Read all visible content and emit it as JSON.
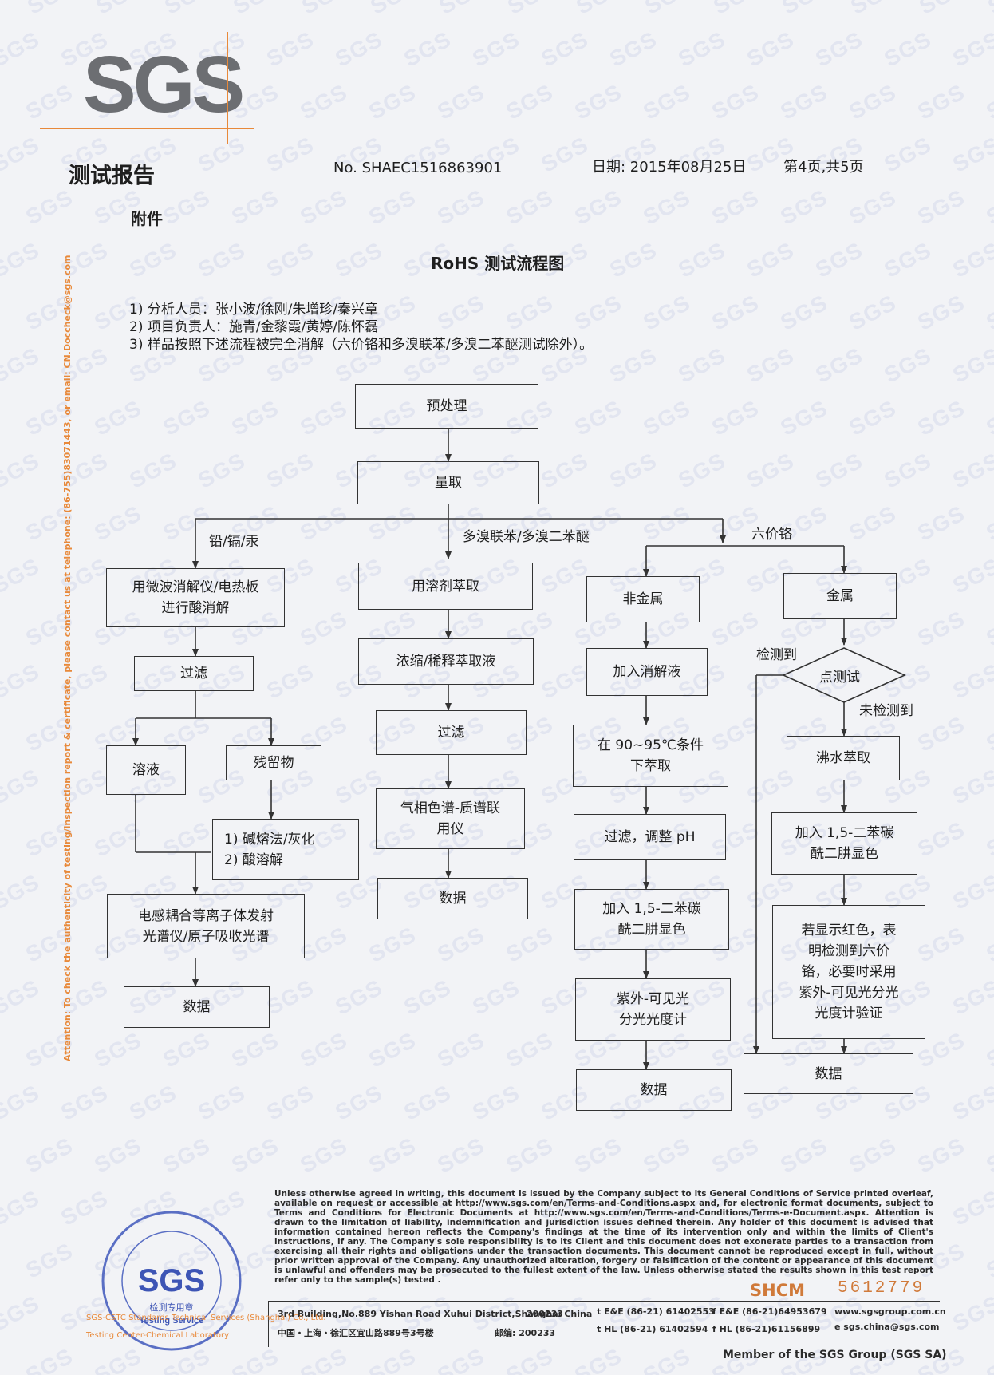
{
  "header": {
    "logo": "SGS",
    "title": "测试报告",
    "report_no": "No. SHAEC1516863901",
    "date": "日期: 2015年08月25日",
    "page": "第4页,共5页",
    "appendix": "附件"
  },
  "main_title": "RoHS 测试流程图",
  "notes": [
    "1) 分析人员：张小波/徐刚/朱增珍/秦兴章",
    "2) 项目负责人：施青/金黎霞/黄婷/陈怀磊",
    "3) 样品按照下述流程被完全消解（六价铬和多溴联苯/多溴二苯醚测试除外）。"
  ],
  "side_text": "Attention: To check the authenticity of testing/inspection report & certificate, please contact us at telephone: (86-755)83071443, or email: CN.Doccheck@sgs.com",
  "flow": {
    "pretreat": "预处理",
    "measure": "量取",
    "branch_metals": "铅/镉/汞",
    "branch_pbb": "多溴联苯/多溴二苯醚",
    "branch_cr": "六价铬",
    "col1": {
      "digest_line1": "用微波消解仪/电热板",
      "digest_line2": "进行酸消解",
      "filter": "过滤",
      "solution": "溶液",
      "residue": "残留物",
      "residue_method1": "1) 碱熔法/灰化",
      "residue_method2": "2) 酸溶解",
      "icp_line1": "电感耦合等离子体发射",
      "icp_line2": "光谱仪/原子吸收光谱",
      "data": "数据"
    },
    "col2": {
      "extract": "用溶剂萃取",
      "concentrate": "浓缩/稀释萃取液",
      "filter": "过滤",
      "gcms_line1": "气相色谱-质谱联",
      "gcms_line2": "用仪",
      "data": "数据"
    },
    "col3": {
      "nonmetal": "非金属",
      "add_digest": "加入消解液",
      "heat_line1": "在 90~95℃条件",
      "heat_line2": "下萃取",
      "filter_ph": "过滤，调整 pH",
      "color_line1": "加入 1,5-二苯碳",
      "color_line2": "酰二肼显色",
      "uv_line1": "紫外-可见光",
      "uv_line2": "分光光度计",
      "data": "数据"
    },
    "col4": {
      "metal": "金属",
      "spot_test": "点测试",
      "detected": "检测到",
      "not_detected": "未检测到",
      "boil": "沸水萃取",
      "color_line1": "加入 1,5-二苯碳",
      "color_line2": "酰二肼显色",
      "result_line1": "若显示红色，表",
      "result_line2": "明检测到六价",
      "result_line3": "铬，必要时采用",
      "result_line4": "紫外-可见光分光",
      "result_line5": "光度计验证",
      "data": "数据"
    }
  },
  "footer": {
    "disclaimer": "Unless otherwise agreed in writing, this document is issued by the Company subject to its General Conditions of Service printed overleaf, available on request or accessible at http://www.sgs.com/en/Terms-and-Conditions.aspx and, for electronic format documents, subject to Terms and Conditions for Electronic Documents at http://www.sgs.com/en/Terms-and-Conditions/Terms-e-Document.aspx. Attention is drawn to the limitation of liability, indemnification and jurisdiction issues defined therein. Any holder of this document is advised that information contained hereon reflects the Company's findings at the time of its intervention only and within the limits of Client's instructions, if any. The Company's sole responsibility is to its Client and this document does not exonerate parties to a transaction from exercising all their rights and obligations under the transaction documents. This document cannot be reproduced except in full, without prior written approval of the Company. Any unauthorized alteration, forgery or falsification of the content or appearance of this document is unlawful and offenders may be prosecuted to the fullest extent of the law. Unless otherwise stated the results shown in this test report refer only to the sample(s) tested .",
    "shcm": "SHCM",
    "serial": "5612779",
    "address_en": "3rd Building,No.889 Yishan Road Xuhui District,Shanghai China",
    "postcode_en": "200233",
    "address_cn": "中国・上海・徐汇区宜山路889号3号楼",
    "postcode_cn": "邮编: 200233",
    "tel1": "t E&E (86-21) 61402553",
    "fax1": "f E&E (86-21)64953679",
    "tel2": "t HL (86-21) 61402594",
    "fax2": "f HL (86-21)61156899",
    "web": "www.sgsgroup.com.cn",
    "email": "e  sgs.china@sgs.com",
    "member": "Member of the SGS Group (SGS SA)",
    "stamp_text": "检测专用章",
    "stamp_sub": "Testing Service",
    "stamp_center": "SGS",
    "stamp_foot1": "SGS-CSTC Standards Technical Services (Shanghai) Co., Ltd.",
    "stamp_foot2": "Testing Center-Chemical Laboratory"
  }
}
